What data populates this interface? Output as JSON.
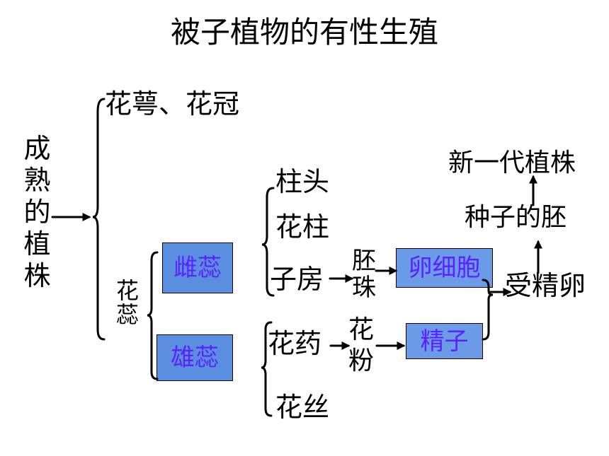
{
  "title": "被子植物的有性生殖",
  "nodes": {
    "mature_plant": "成熟的植株",
    "sepal_petal": "花萼、花冠",
    "stamen_pistil_group": "花蕊",
    "pistil": "雌蕊",
    "stamen": "雄蕊",
    "stigma": "柱头",
    "style": "花柱",
    "ovary": "子房",
    "anther": "花药",
    "filament": "花丝",
    "ovule": "胚珠",
    "pollen": "花粉",
    "egg_cell": "卵细胞",
    "sperm": "精子",
    "fertilized_egg": "受精卵",
    "seed_embryo": "种子的胚",
    "new_generation": "新一代植株"
  },
  "colors": {
    "box_fill": "#5a8ede",
    "box_text": "#5b21ff",
    "line": "#000000"
  }
}
